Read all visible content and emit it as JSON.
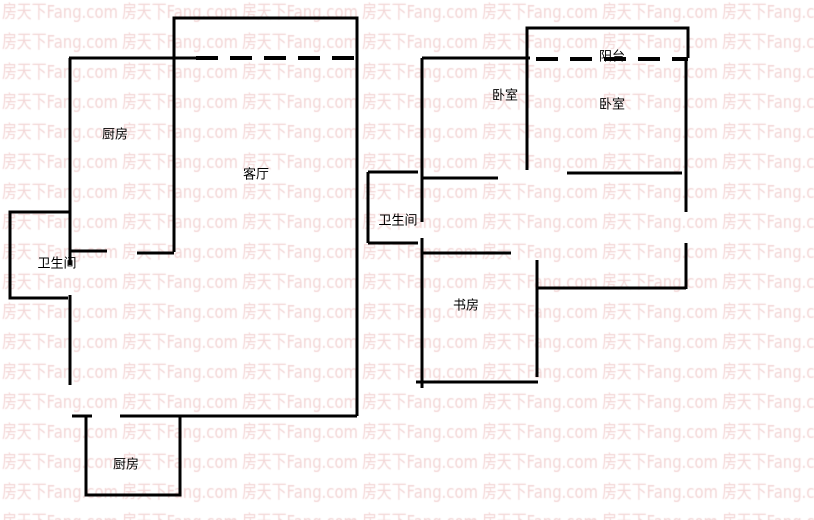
{
  "watermark": "房天下Fang.com",
  "rooms": {
    "kitchen_upper": "厨房",
    "living_room": "客厅",
    "bathroom_left": "卫生间",
    "kitchen_lower": "厨房",
    "bedroom_1": "卧室",
    "bedroom_2": "卧室",
    "balcony": "阳台",
    "bathroom_right": "卫生间",
    "study": "书房"
  },
  "colors": {
    "wall": "#000000",
    "watermark": "#f3d6d6",
    "background": "#ffffff"
  }
}
